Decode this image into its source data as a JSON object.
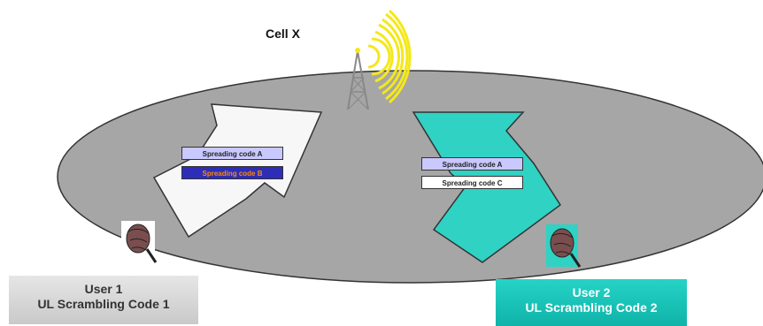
{
  "cell": {
    "label": "Cell X"
  },
  "arrows": {
    "user1_codes": [
      "Spreading code A",
      "Spreading code B"
    ],
    "user2_codes": [
      "Spreading code A",
      "Spreading code C"
    ]
  },
  "users": [
    {
      "name": "User 1",
      "code": "UL Scrambling Code 1"
    },
    {
      "name": "User 2",
      "code": "UL Scrambling Code 2"
    }
  ],
  "colors": {
    "ellipse": "#a6a6a6",
    "arrow1": "#f7f7f7",
    "arrow2": "#2fd2c3",
    "code_a_fill": "#c9c8ff",
    "code_b_fill": "#2d2db8",
    "code_b_text": "#ff8a00",
    "code_c_fill": "#ffffff",
    "waves": "#f4e81a"
  }
}
